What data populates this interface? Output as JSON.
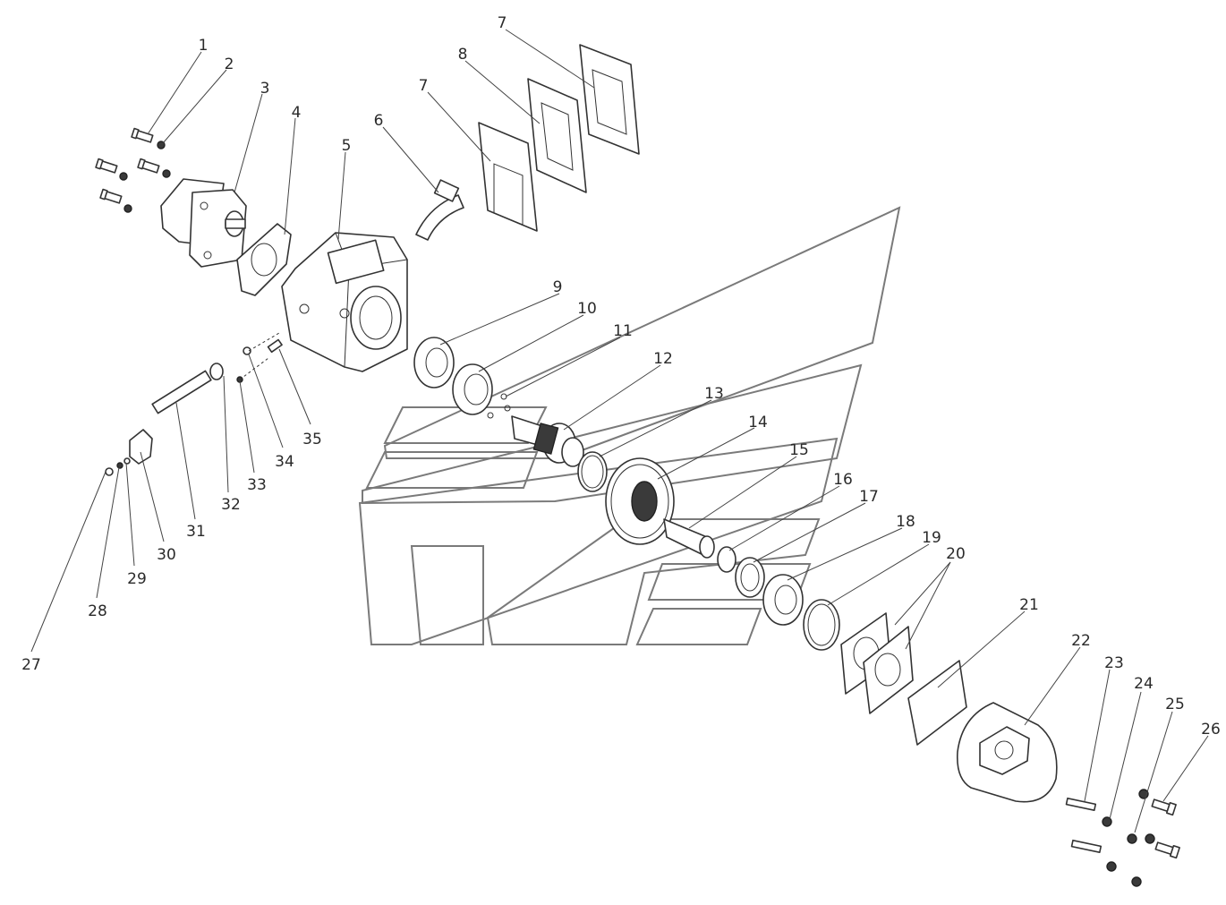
{
  "callouts": [
    {
      "id": "1",
      "label": "1"
    },
    {
      "id": "2",
      "label": "2"
    },
    {
      "id": "3",
      "label": "3"
    },
    {
      "id": "4",
      "label": "4"
    },
    {
      "id": "5",
      "label": "5"
    },
    {
      "id": "6",
      "label": "6"
    },
    {
      "id": "7a",
      "label": "7"
    },
    {
      "id": "7b",
      "label": "7"
    },
    {
      "id": "8",
      "label": "8"
    },
    {
      "id": "9",
      "label": "9"
    },
    {
      "id": "10",
      "label": "10"
    },
    {
      "id": "11",
      "label": "11"
    },
    {
      "id": "12",
      "label": "12"
    },
    {
      "id": "13",
      "label": "13"
    },
    {
      "id": "14",
      "label": "14"
    },
    {
      "id": "15",
      "label": "15"
    },
    {
      "id": "16",
      "label": "16"
    },
    {
      "id": "17",
      "label": "17"
    },
    {
      "id": "18",
      "label": "18"
    },
    {
      "id": "19",
      "label": "19"
    },
    {
      "id": "20",
      "label": "20"
    },
    {
      "id": "21",
      "label": "21"
    },
    {
      "id": "22",
      "label": "22"
    },
    {
      "id": "23",
      "label": "23"
    },
    {
      "id": "24",
      "label": "24"
    },
    {
      "id": "25",
      "label": "25"
    },
    {
      "id": "26",
      "label": "26"
    },
    {
      "id": "27",
      "label": "27"
    },
    {
      "id": "28",
      "label": "28"
    },
    {
      "id": "29",
      "label": "29"
    },
    {
      "id": "30",
      "label": "30"
    },
    {
      "id": "31",
      "label": "31"
    },
    {
      "id": "32",
      "label": "32"
    },
    {
      "id": "33",
      "label": "33"
    },
    {
      "id": "34",
      "label": "34"
    },
    {
      "id": "35",
      "label": "35"
    }
  ],
  "colors": {
    "line": "#333333",
    "watermark": "#7a7a7a",
    "background": "#ffffff"
  }
}
